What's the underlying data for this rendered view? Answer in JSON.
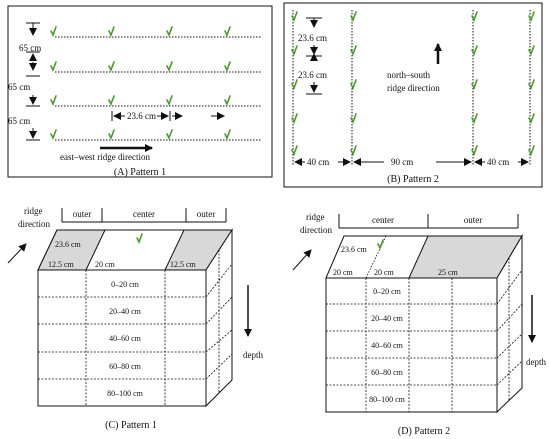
{
  "panel_a": {
    "spacing_label": "65 cm",
    "plant_spacing": "23.6 cm",
    "direction_label": "east–west ridge direction",
    "caption": "(A) Pattern 1"
  },
  "panel_b": {
    "plant_spacing": "23.6 cm",
    "direction_label_line1": "north–south",
    "direction_label_line2": "ridge direction",
    "width_left": "40 cm",
    "width_center": "90 cm",
    "width_right": "40 cm",
    "caption": "(B) Pattern 2"
  },
  "panel_c": {
    "ridge_direction_line1": "ridge",
    "ridge_direction_line2": "direction",
    "zone_outer": "outer",
    "zone_center": "center",
    "plant_spacing": "23.6 cm",
    "width_outer_left": "12.5 cm",
    "width_center": "20 cm",
    "width_outer_right": "12.5 cm",
    "layers": [
      "0–20 cm",
      "20–40 cm",
      "40–60 cm",
      "60–80 cm",
      "80–100 cm"
    ],
    "depth_label": "depth",
    "caption": "(C) Pattern 1"
  },
  "panel_d": {
    "ridge_direction_line1": "ridge",
    "ridge_direction_line2": "direction",
    "zone_center": "center",
    "zone_outer": "outer",
    "plant_spacing": "23.6 cm",
    "width_a": "20 cm",
    "width_b": "20 cm",
    "width_c": "25 cm",
    "layers": [
      "0–20 cm",
      "20–40 cm",
      "40–60 cm",
      "60–80 cm",
      "80–100 cm"
    ],
    "depth_label": "depth",
    "caption": "(D) Pattern 2"
  },
  "colors": {
    "plant": "#4a9a2a",
    "shade": "#d8d8d8",
    "line": "#111111"
  }
}
